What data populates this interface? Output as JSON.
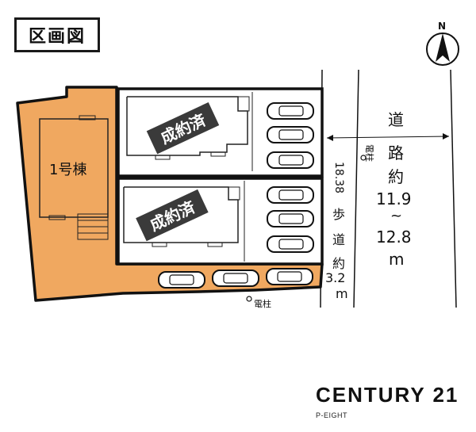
{
  "title": "区画図",
  "north_symbol": "N",
  "lot": {
    "label": "1号棟",
    "color": "#f0a860"
  },
  "sold_label": "成約済",
  "road_main": {
    "label_chars": [
      "道",
      "路",
      "約"
    ],
    "width_min": "11.9",
    "tilde": "~",
    "width_max": "12.8",
    "unit": "m"
  },
  "sidewalk": {
    "length": "18.38",
    "label_chars": [
      "歩",
      "道",
      "約"
    ],
    "width": "3.2",
    "unit": "m"
  },
  "pole_label": "電柱",
  "brand": {
    "name": "CENTURY 21",
    "sub": "P-EIGHT"
  }
}
